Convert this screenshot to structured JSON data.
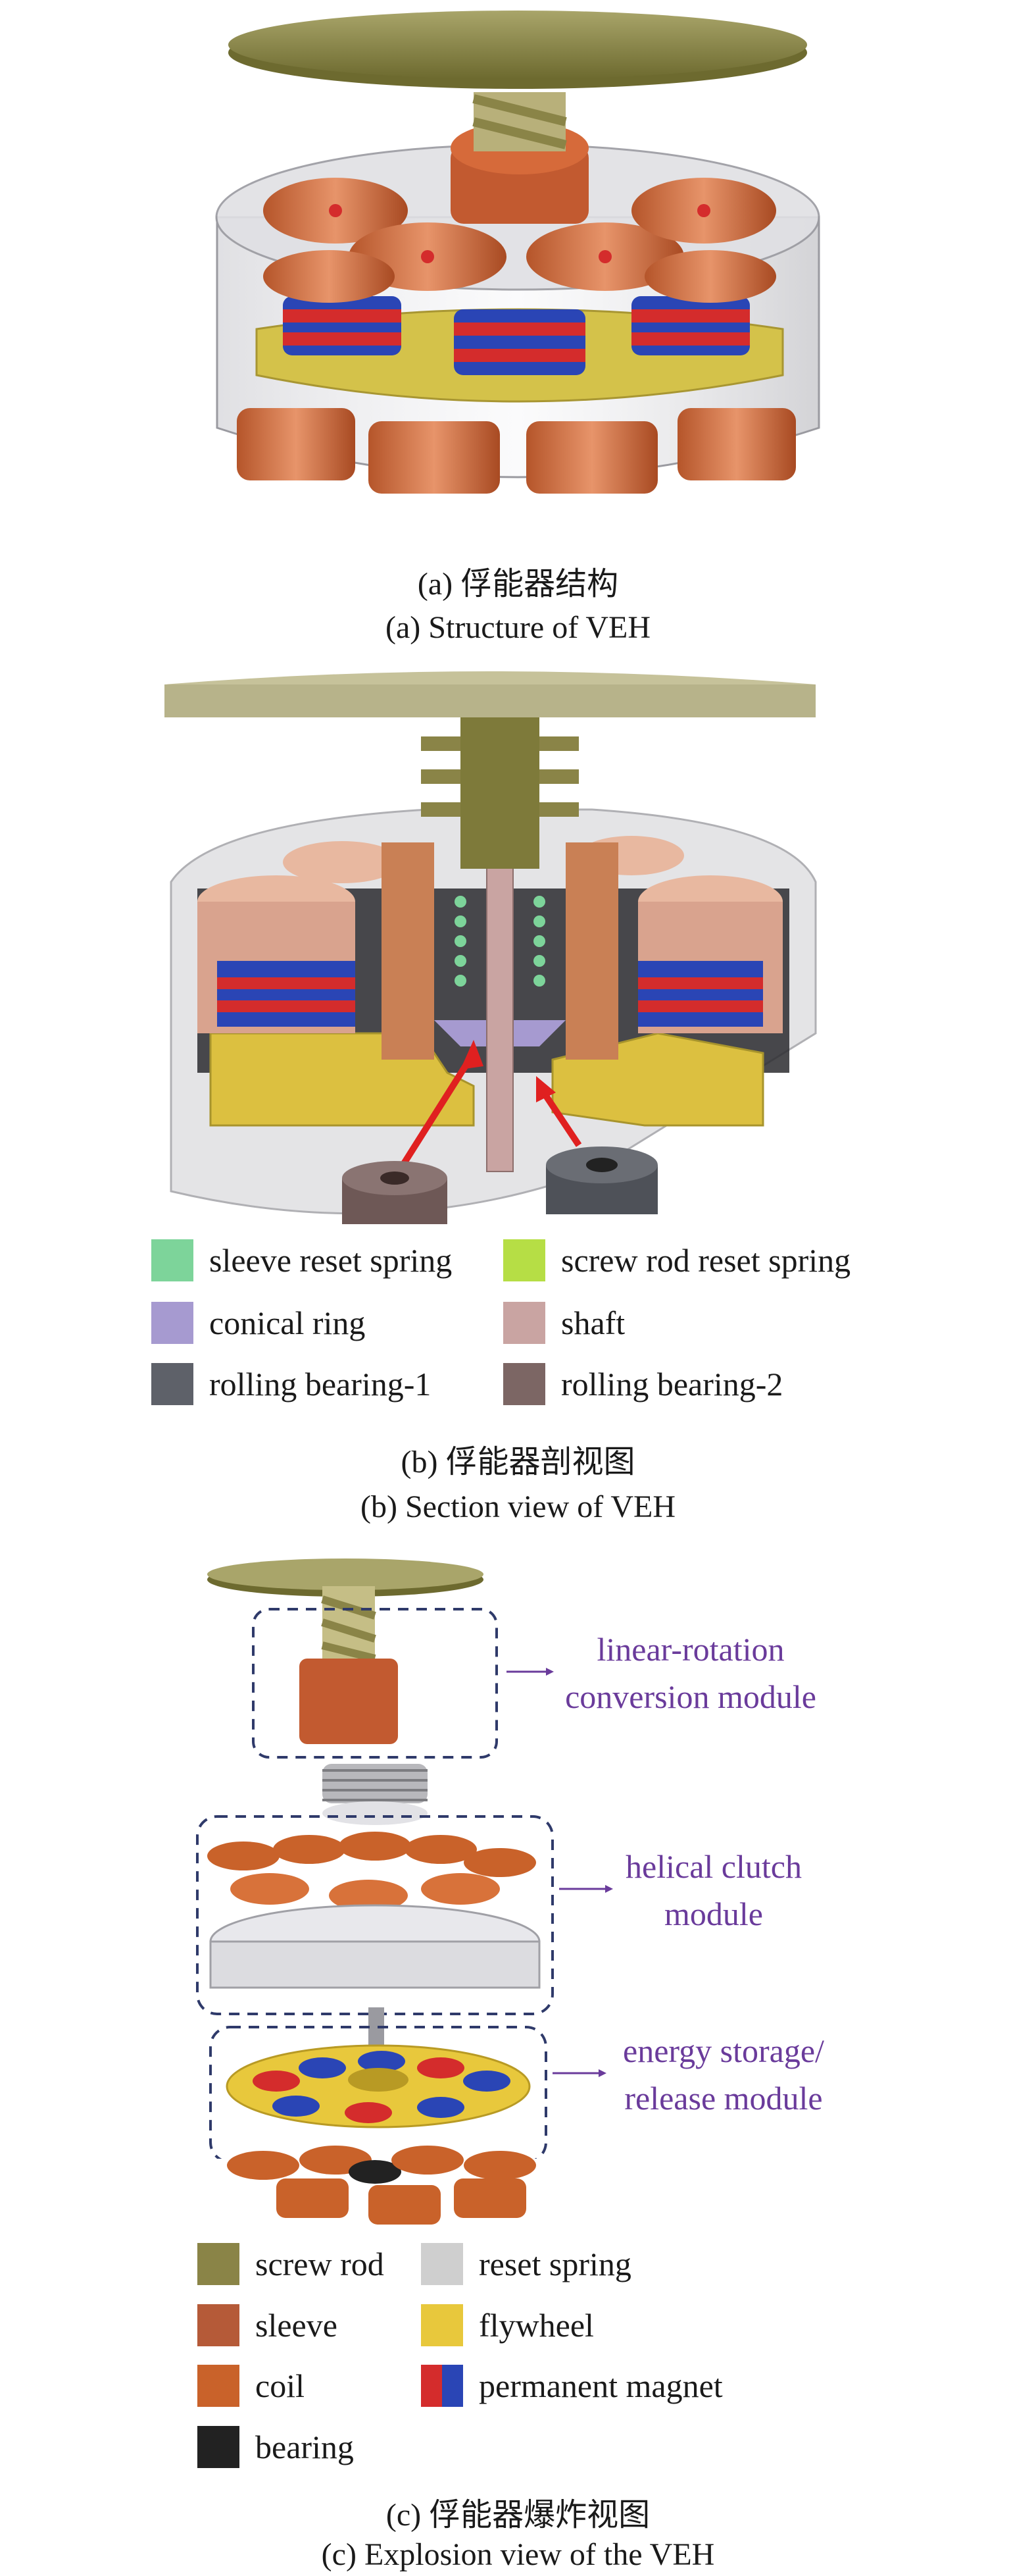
{
  "panel_a": {
    "caption_cn": "(a) 俘能器结构",
    "caption_en": "(a) Structure of VEH"
  },
  "panel_b": {
    "legend": [
      {
        "label": "sleeve reset spring",
        "color": "#7dd49a"
      },
      {
        "label": "screw rod reset spring",
        "color": "#b6de45"
      },
      {
        "label": "conical ring",
        "color": "#a69ad0"
      },
      {
        "label": "shaft",
        "color": "#c9a4a2"
      },
      {
        "label": "rolling bearing-1",
        "color": "#5e6169"
      },
      {
        "label": "rolling bearing-2",
        "color": "#7c6664"
      }
    ],
    "caption_cn": "(b) 俘能器剖视图",
    "caption_en": "(b) Section view of VEH"
  },
  "panel_c": {
    "modules": [
      {
        "label_line1": "linear-rotation",
        "label_line2": "conversion module"
      },
      {
        "label_line1": "helical clutch",
        "label_line2": "module"
      },
      {
        "label_line1": "energy storage/",
        "label_line2": "release module"
      }
    ],
    "legend": [
      {
        "label": "screw rod",
        "color": "#8a8447"
      },
      {
        "label": "reset spring",
        "color": "#cfcfcf"
      },
      {
        "label": "sleeve",
        "color": "#b55a38"
      },
      {
        "label": "flywheel",
        "color": "#e8c83c"
      },
      {
        "label": "coil",
        "color": "#c9622a"
      },
      {
        "label": "permanent magnet",
        "color": "#d42c2c",
        "color2": "#2a45b5"
      },
      {
        "label": "bearing",
        "color": "#222222"
      }
    ],
    "caption_cn": "(c) 俘能器爆炸视图",
    "caption_en": "(c) Explosion view of the VEH"
  }
}
